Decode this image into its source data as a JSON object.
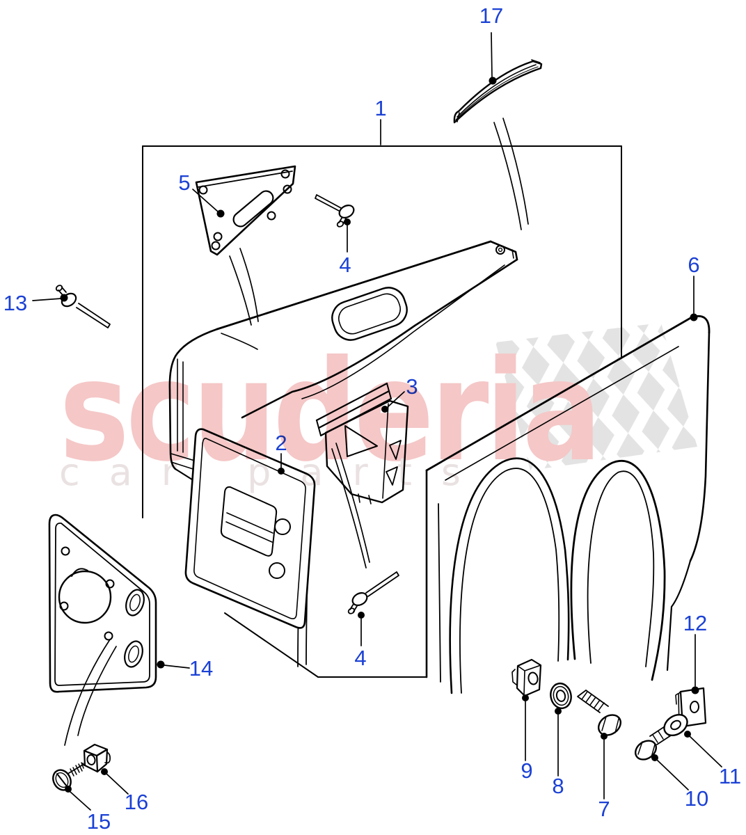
{
  "watermark": {
    "brand": "scuderia",
    "tagline": "car parts",
    "brand_color": "#f5c7c7",
    "tagline_color": "#eae2e2",
    "flag_color": "#e3e3e3"
  },
  "callouts": {
    "color": "#1b41d5",
    "items": [
      {
        "label": "1"
      },
      {
        "label": "2"
      },
      {
        "label": "3"
      },
      {
        "label": "4"
      },
      {
        "label": "4"
      },
      {
        "label": "5"
      },
      {
        "label": "6"
      },
      {
        "label": "7"
      },
      {
        "label": "8"
      },
      {
        "label": "9"
      },
      {
        "label": "10"
      },
      {
        "label": "11"
      },
      {
        "label": "12"
      },
      {
        "label": "13"
      },
      {
        "label": "14"
      },
      {
        "label": "15"
      },
      {
        "label": "16"
      },
      {
        "label": "17"
      }
    ]
  },
  "colors": {
    "line": "#000000",
    "background": "#ffffff"
  }
}
